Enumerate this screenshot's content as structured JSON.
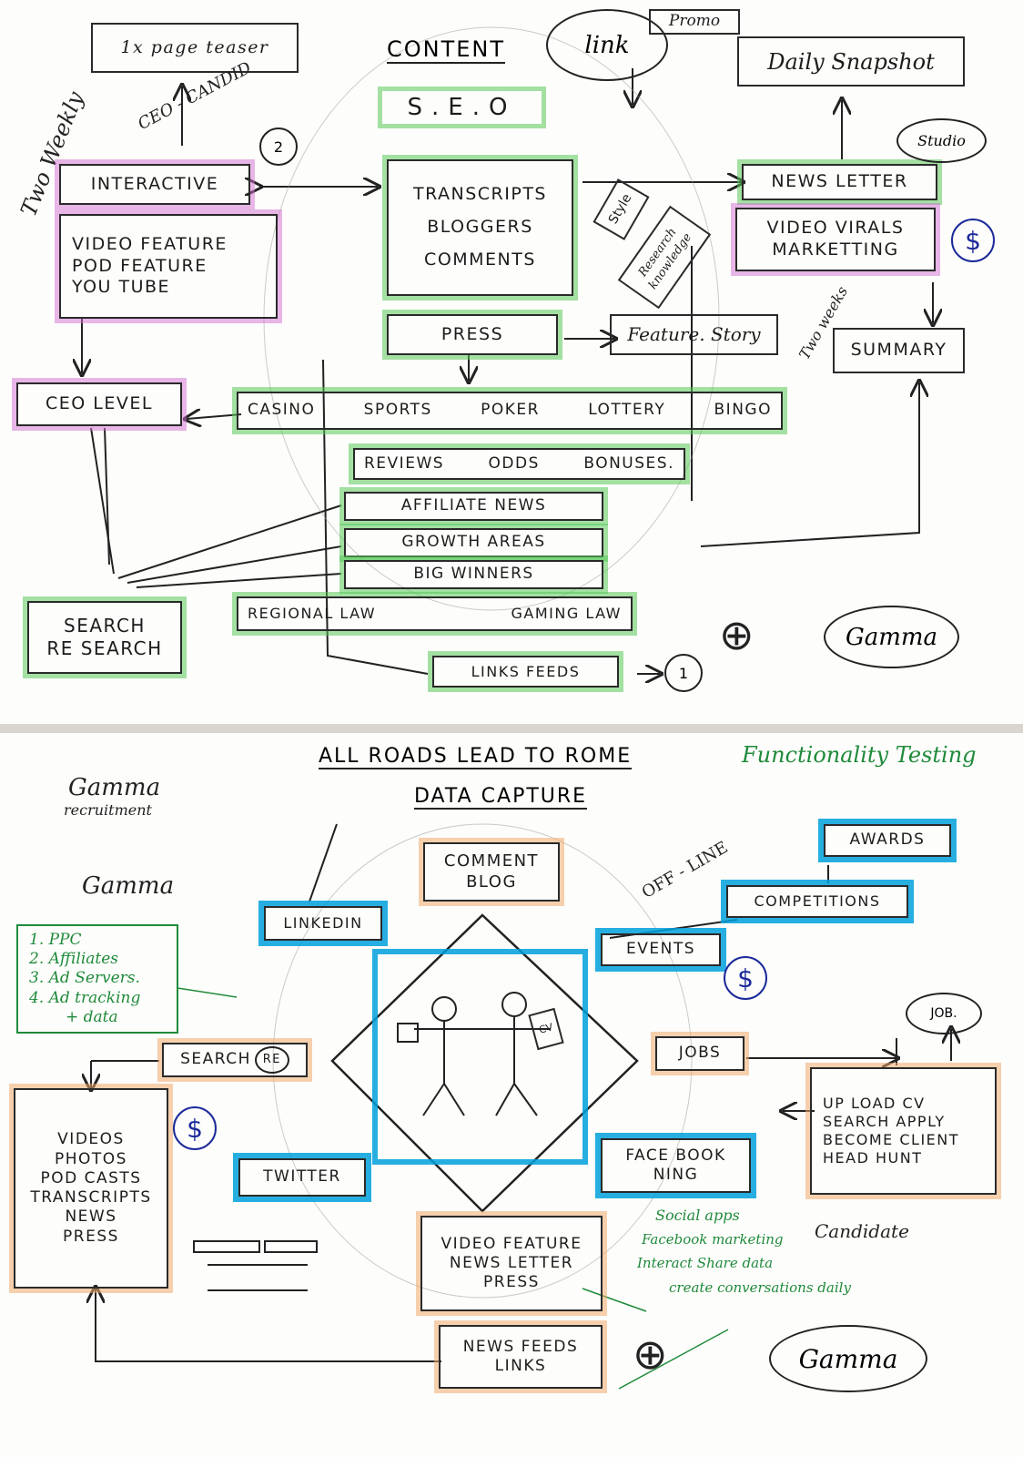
{
  "top": {
    "teaser": "1x page teaser",
    "content": "CONTENT",
    "link": "link",
    "promo": "Promo",
    "daily": "Daily Snapshot",
    "seo": "S.E.O",
    "ceo_candid": "CEO - CANDID",
    "two_weekly": "Two Weekly",
    "interactive": "INTERACTIVE",
    "video_feature": "VIDEO FEATURE",
    "pod_feature": "POD FEATURE",
    "you_tube": "YOU TUBE",
    "transcripts": "TRANSCRIPTS",
    "bloggers": "BLOGGERS",
    "comments": "COMMENTS",
    "style": "Style",
    "research": "Research knowledge",
    "newsletter": "NEWS LETTER",
    "studio": "Studio",
    "video_virals": "VIDEO VIRALS",
    "marketing": "MARKETTING",
    "press": "PRESS",
    "feature_story": "Feature. Story",
    "two_weeks": "Two weeks",
    "summary": "SUMMARY",
    "ceo_level": "CEO LEVEL",
    "categories": [
      "CASINO",
      "SPORTS",
      "POKER",
      "LOTTERY",
      "BINGO"
    ],
    "reviews": [
      "REVIEWS",
      "ODDS",
      "BONUSES."
    ],
    "affiliate": "AFFILIATE NEWS",
    "growth": "GROWTH AREAS",
    "big_winners": "BIG WINNERS",
    "regional": "REGIONAL LAW",
    "gaming": "GAMING LAW",
    "links_feeds": "LINKS FEEDS",
    "search": "SEARCH",
    "research_box": "RE SEARCH",
    "num1": "1",
    "num2": "2",
    "signature": "Gamma"
  },
  "bottom": {
    "title": "ALL ROADS LEAD TO ROME",
    "subtitle": "DATA CAPTURE",
    "functionality": "Functionality Testing",
    "gamma_recruit": "Gamma",
    "recruitment": "recruitment",
    "gamma2": "Gamma",
    "list": [
      "1. PPC",
      "2. Affiliates",
      "3. Ad Servers.",
      "4. Ad tracking",
      "+ data"
    ],
    "comment": "COMMENT",
    "blog": "BLOG",
    "offline": "OFF - LINE",
    "awards": "AWARDS",
    "competitions": "COMPETITIONS",
    "linkedin": "LINKEDIN",
    "events": "EVENTS",
    "jobs_oval": "JOB.",
    "search_re": "SEARCH",
    "re": "RE",
    "jobs": "JOBS",
    "cv": "CV",
    "videos_list": [
      "VIDEOS",
      "PHOTOS",
      "POD CASTS",
      "TRANSCRIPTS",
      "NEWS",
      "PRESS"
    ],
    "upload_list": [
      "UP LOAD CV",
      "SEARCH APPLY",
      "BECOME CLIENT",
      "HEAD HUNT"
    ],
    "twitter": "TWITTER",
    "facebook": "FACE BOOK",
    "ning": "NING",
    "video_box": [
      "VIDEO FEATURE",
      "NEWS LETTER",
      "PRESS"
    ],
    "social": [
      "Social apps",
      "Facebook marketing",
      "Interact Share data",
      "create conversations daily"
    ],
    "candidate": "Candidate",
    "news_feeds": "NEWS FEEDS",
    "links": "LINKS",
    "signature": "Gamma"
  },
  "colors": {
    "green_highlight": "#5ac85a",
    "pink_highlight": "#d26ed2",
    "blue_highlight": "#00a0dc",
    "orange_highlight": "#f0aa6e",
    "dollar": "#1b2a9a",
    "green_ink": "#1f8a3a"
  }
}
